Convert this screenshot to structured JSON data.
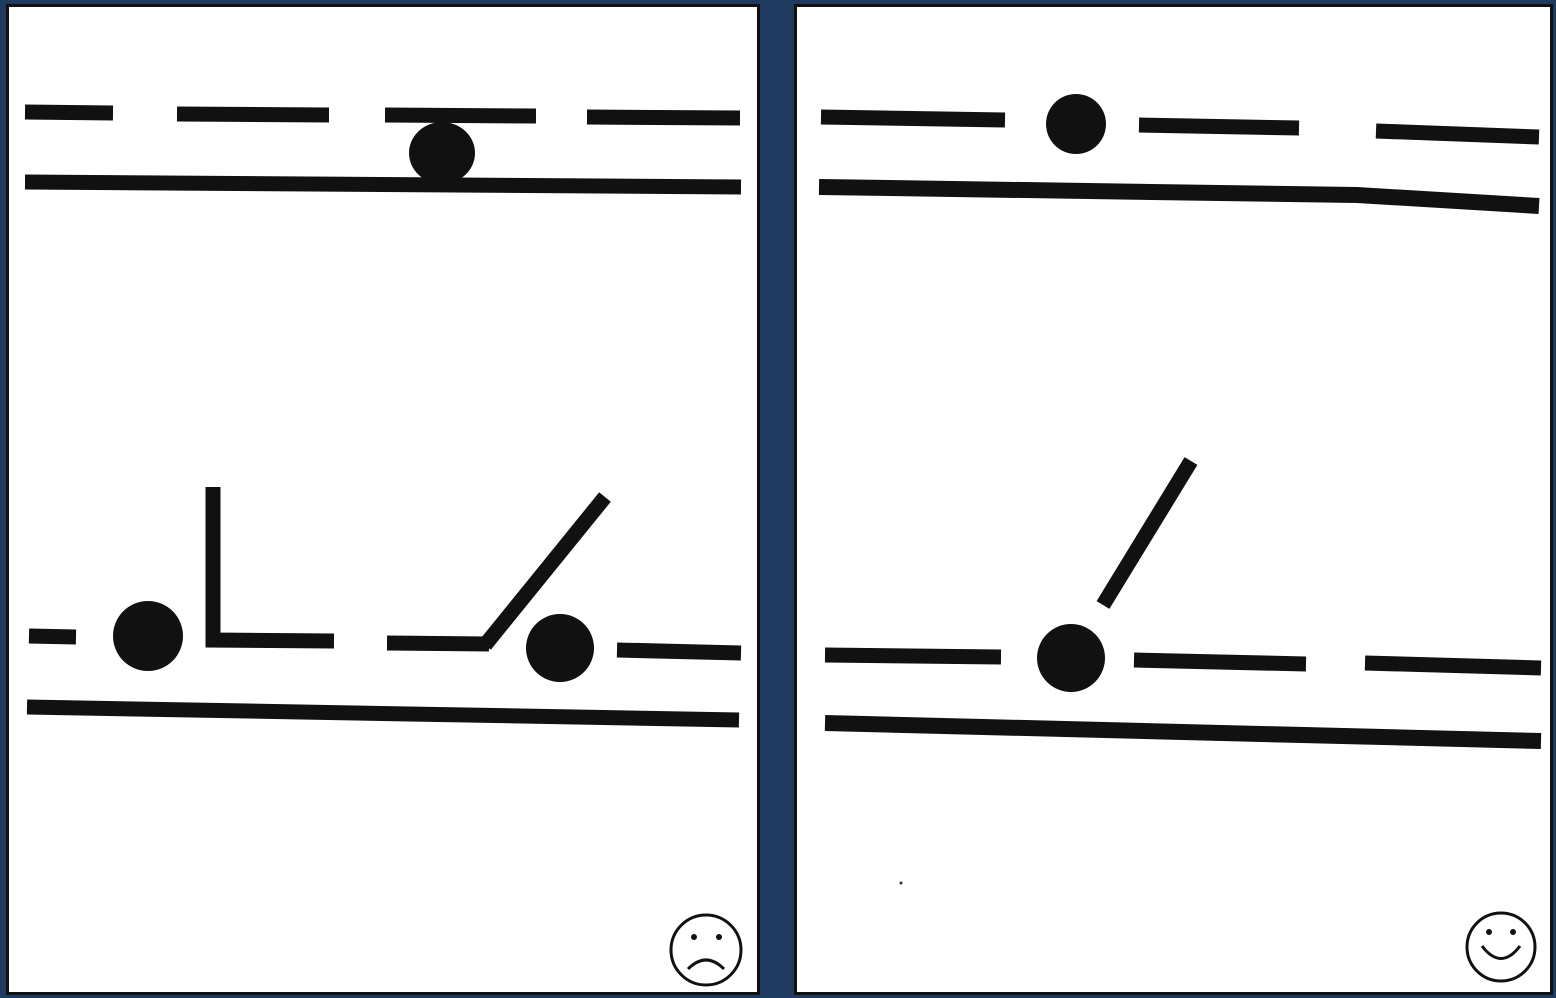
{
  "figure": {
    "panels": [
      {
        "id": "left",
        "outcome": "incorrect",
        "outcome_icon": "sad-face-icon",
        "elements": [
          "dashed-lane-top",
          "solid-edge-top",
          "ball-on-line",
          "dashed-lane-bottom",
          "solid-edge-bottom",
          "ball-left",
          "l-shaped-bar",
          "ball-right",
          "angled-bar"
        ]
      },
      {
        "id": "right",
        "outcome": "correct",
        "outcome_icon": "happy-face-icon",
        "elements": [
          "dashed-lane-top",
          "solid-edge-top",
          "ball-top",
          "dashed-lane-bottom",
          "solid-edge-bottom",
          "ball-bottom",
          "tilted-stick"
        ]
      }
    ]
  },
  "colors": {
    "background": "#1f3a5f",
    "panel": "#ffffff",
    "ink": "#111111"
  }
}
